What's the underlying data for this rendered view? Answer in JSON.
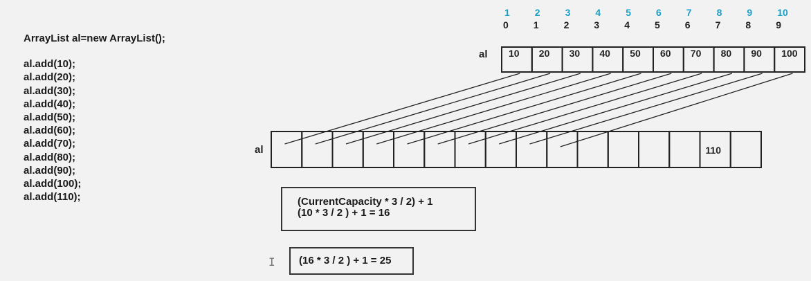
{
  "code": {
    "declaration": "ArrayList al=new ArrayList();",
    "statements": [
      "al.add(10);",
      "al.add(20);",
      "al.add(30);",
      "al.add(40);",
      "al.add(50);",
      "al.add(60);",
      "al.add(70);",
      "al.add(80);",
      "al.add(90);",
      "al.add(100);",
      "al.add(110);"
    ]
  },
  "top_array": {
    "label": "al",
    "counts": [
      "1",
      "2",
      "3",
      "4",
      "5",
      "6",
      "7",
      "8",
      "9",
      "10"
    ],
    "indices": [
      "0",
      "1",
      "2",
      "3",
      "4",
      "5",
      "6",
      "7",
      "8",
      "9"
    ],
    "values": [
      "10",
      "20",
      "30",
      "40",
      "50",
      "60",
      "70",
      "80",
      "90",
      "100"
    ]
  },
  "bottom_array": {
    "label": "al",
    "cell_count": 16,
    "new_value": "110",
    "new_value_index": 14
  },
  "formula_box_1": {
    "line1": "(CurrentCapacity * 3 / 2) + 1",
    "line2": "(10 * 3 / 2 ) + 1 = 16"
  },
  "formula_box_2": {
    "line1": "(16 * 3 / 2 ) + 1 = 25"
  },
  "colors": {
    "count_color": "#1a9fc7",
    "stroke": "#222222",
    "background": "#f2f2f2"
  }
}
